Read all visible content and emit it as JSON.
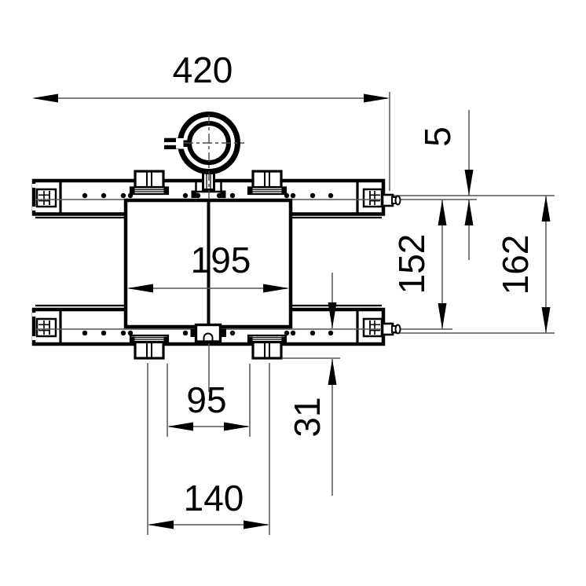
{
  "drawing": {
    "type": "technical-dimension-drawing",
    "description": "Front view of a dual-rail pipe clamp mounting crossbar with dimension lines",
    "dimensions": {
      "overall_width": "420",
      "axis_offset": "5",
      "box_width": "195",
      "connector_span": "152",
      "axis_span": "162",
      "block_gap": "95",
      "block_drop": "31",
      "block_centers": "140"
    },
    "colors": {
      "outline": "#000000",
      "thin_line": "#555555",
      "background": "#ffffff"
    }
  }
}
